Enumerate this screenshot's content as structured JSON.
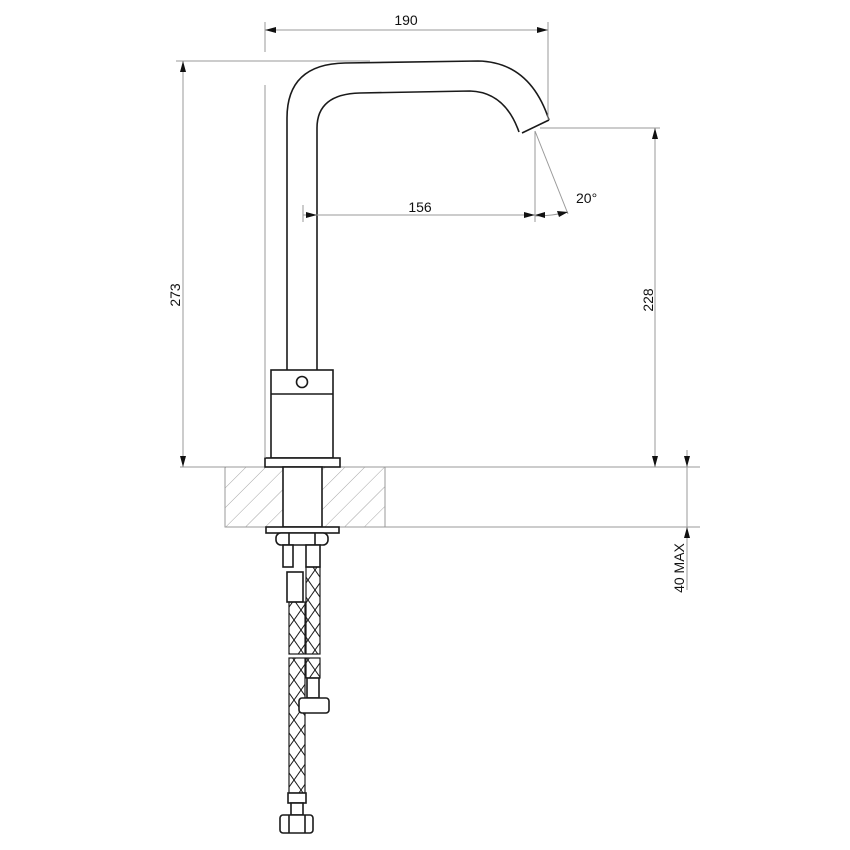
{
  "drawing": {
    "title": "Faucet technical dimension drawing",
    "units": "mm",
    "colors": {
      "object_line": "#1a1a1a",
      "dimension_line": "#9a9a9a",
      "text": "#111111",
      "background": "#ffffff"
    },
    "dimensions": {
      "spout_reach_total": {
        "label": "190"
      },
      "spout_reach_to_outlet": {
        "label": "156"
      },
      "spout_angle": {
        "label": "20°"
      },
      "total_height": {
        "label": "273"
      },
      "outlet_height": {
        "label": "228"
      },
      "max_deck_thickness": {
        "label": "40 MAX"
      }
    },
    "components": [
      {
        "name": "spout",
        "description": "curved swivel spout"
      },
      {
        "name": "body",
        "description": "cylindrical body with sensor/lever hole"
      },
      {
        "name": "base-flange"
      },
      {
        "name": "countertop-section",
        "description": "hatched deck cross-section"
      },
      {
        "name": "fixing-nut"
      },
      {
        "name": "flexible-hoses",
        "count": 2,
        "description": "braided supply hoses with connectors"
      }
    ]
  }
}
